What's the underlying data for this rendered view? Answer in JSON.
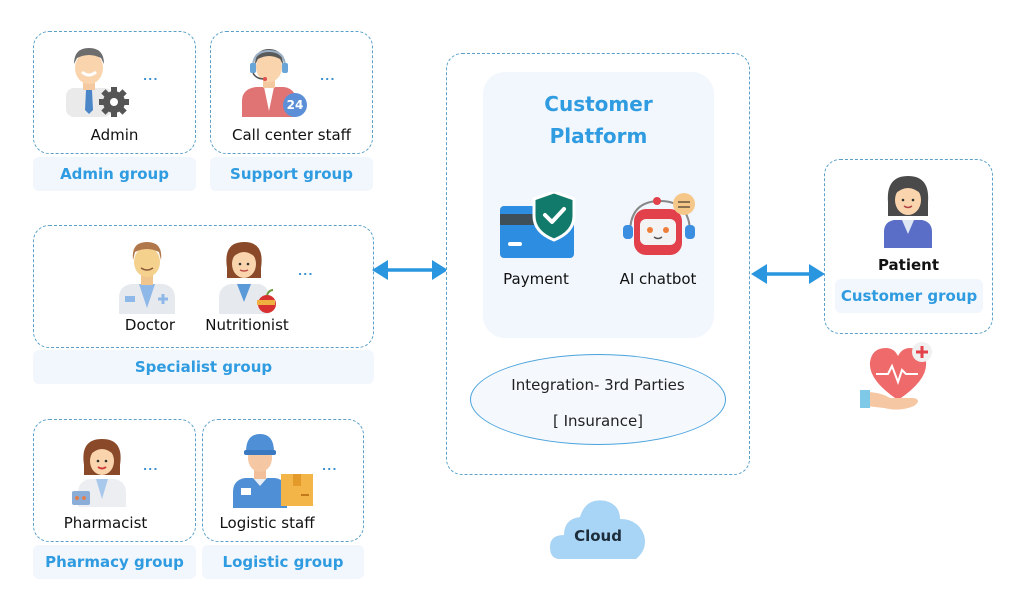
{
  "groups": {
    "admin": {
      "role": "Admin",
      "group": "Admin group",
      "more": "..."
    },
    "support": {
      "role": "Call center staff",
      "group": "Support group",
      "more": "...",
      "badge": "24"
    },
    "specialist": {
      "roles": [
        "Doctor",
        "Nutritionist"
      ],
      "group": "Specialist group",
      "more": "..."
    },
    "pharmacy": {
      "role": "Pharmacist",
      "group": "Pharmacy group",
      "more": "..."
    },
    "logistic": {
      "role": "Logistic staff",
      "group": "Logistic group",
      "more": "..."
    },
    "customer": {
      "role": "Patient",
      "group": "Customer group"
    }
  },
  "platform": {
    "title_line1": "Customer",
    "title_line2": "Platform",
    "features": [
      {
        "label": "Payment",
        "icon": "payment-shield-icon"
      },
      {
        "label": "AI chatbot",
        "icon": "robot-chatbot-icon"
      }
    ],
    "integration": {
      "line1": "Integration- 3rd Parties",
      "line2": "[ Insurance]"
    }
  },
  "cloud": {
    "label": "Cloud"
  },
  "colors": {
    "accent": "#2f9be0",
    "border": "#5aa0c8",
    "arrow": "#2b96e0",
    "label_bg": "#f2f7fd",
    "cloud": "#a8d4f5"
  }
}
